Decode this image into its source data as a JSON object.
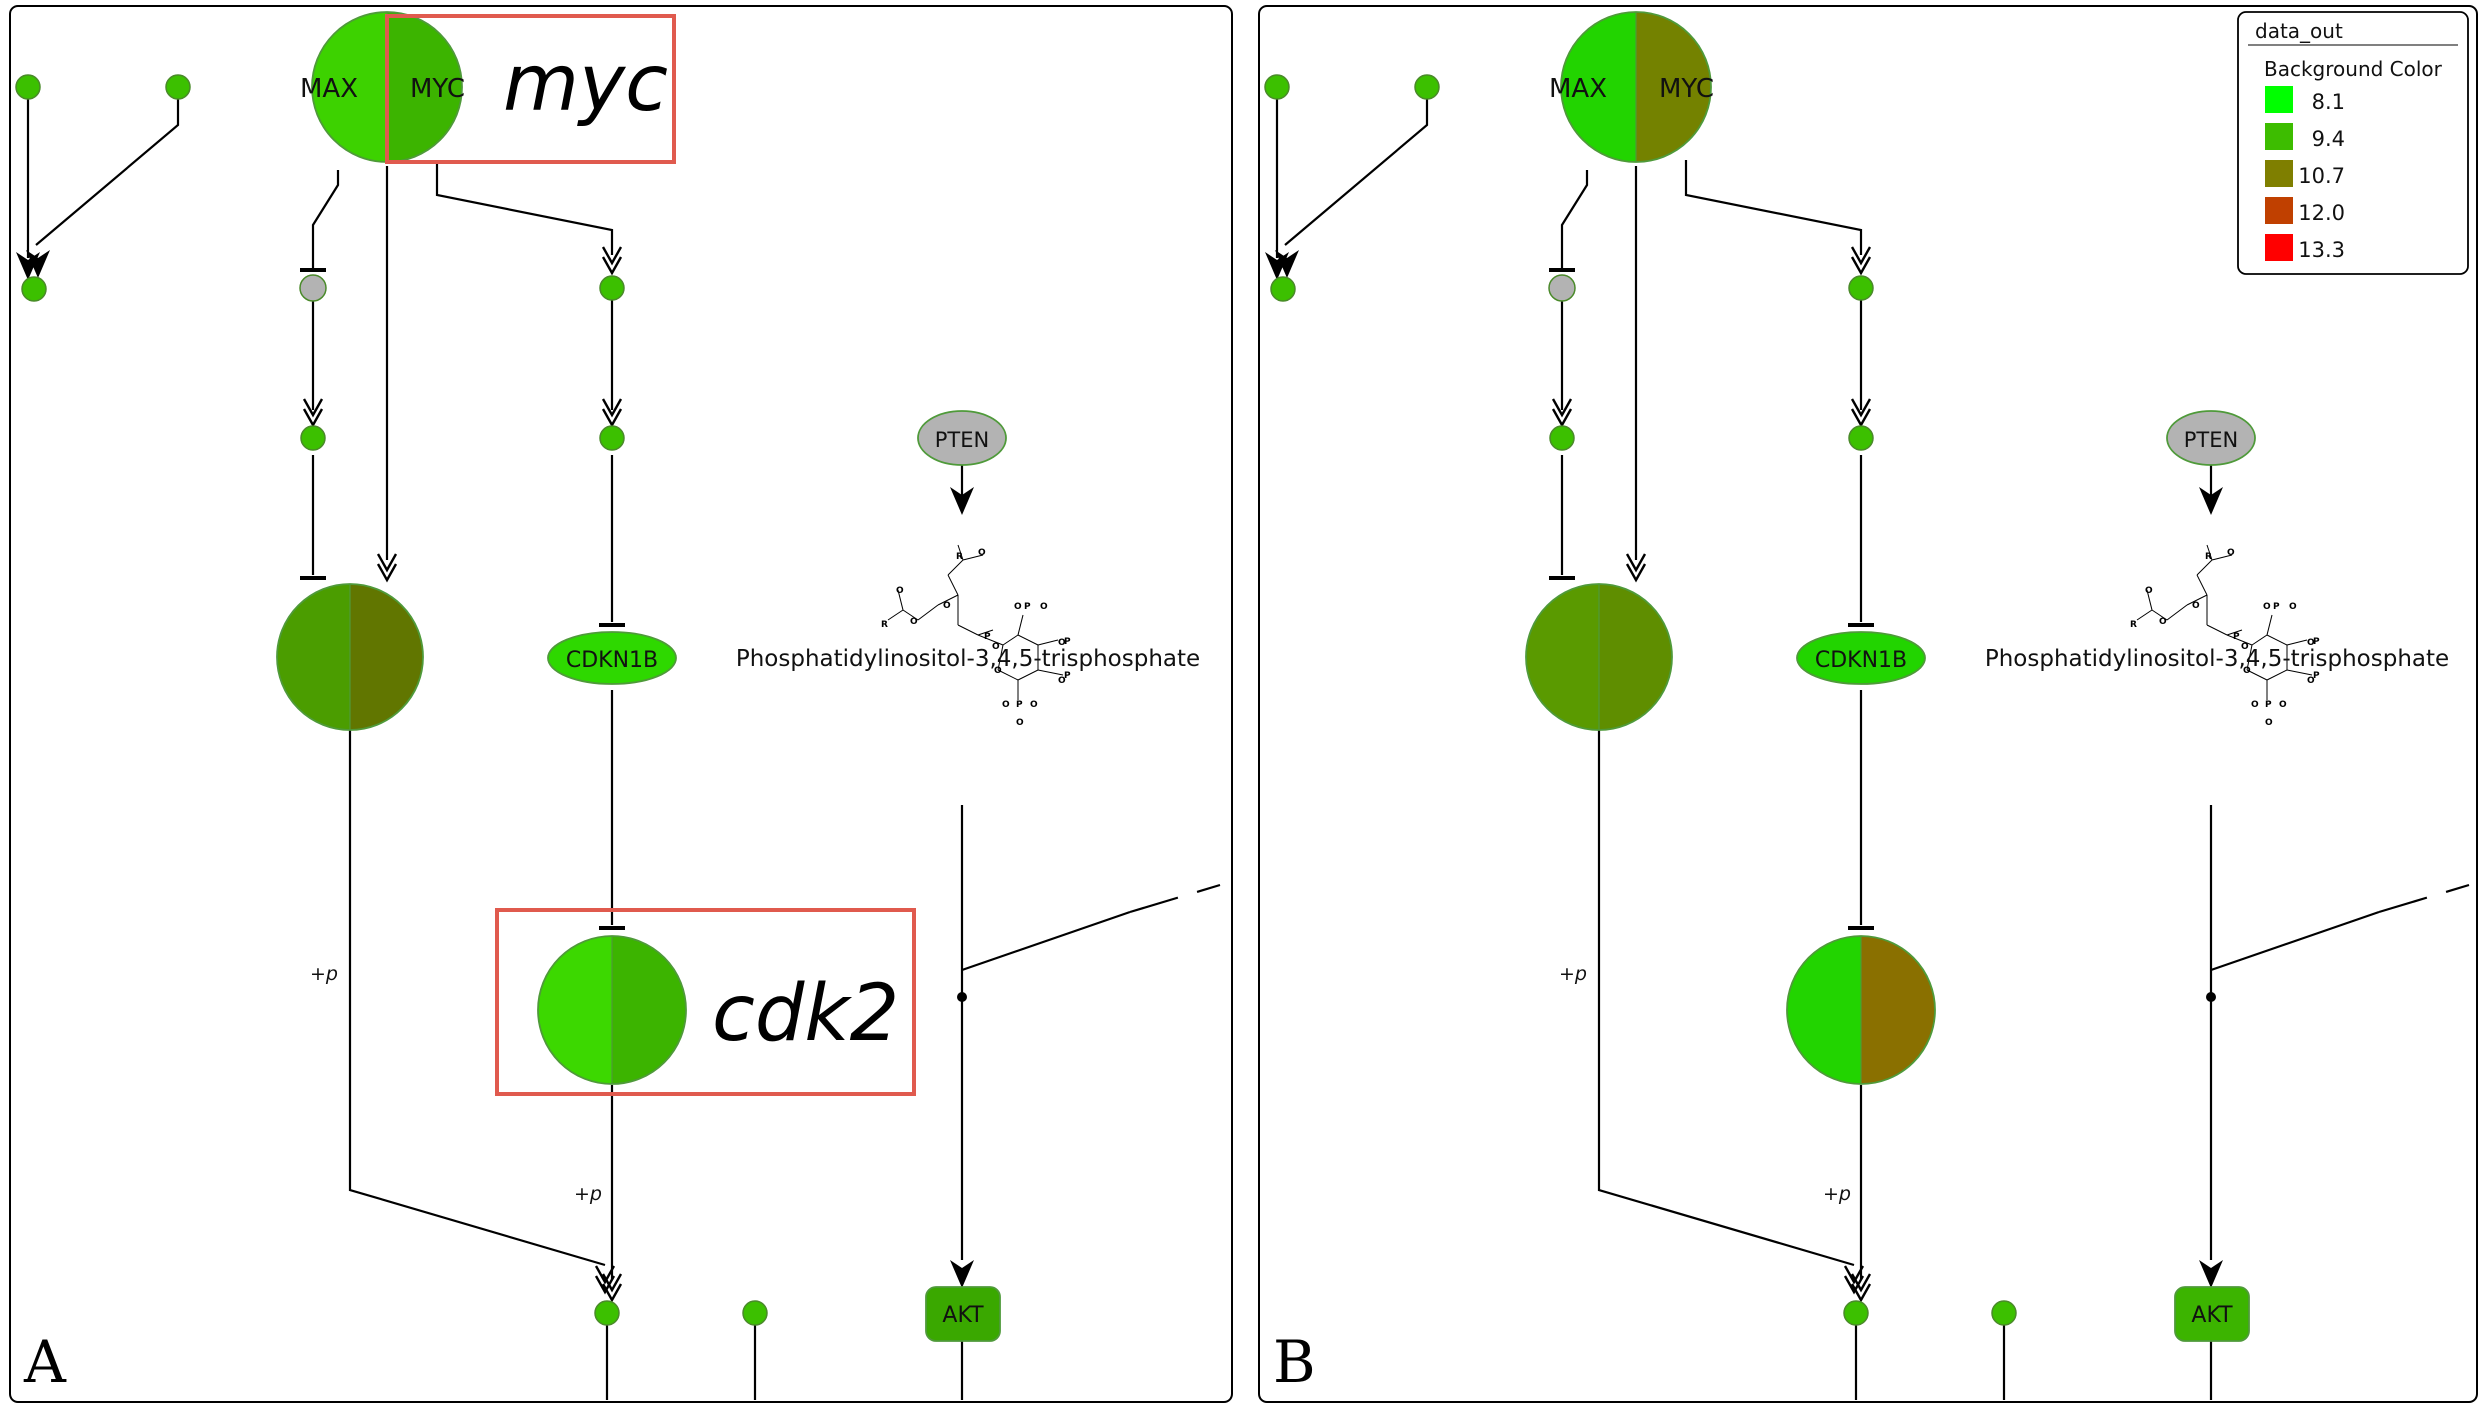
{
  "panels": [
    {
      "letter": "A",
      "complex_top": {
        "left_label": "MAX",
        "right_label": "MYC",
        "left_color": "#3dd200",
        "right_color": "#3cb400"
      },
      "complex_mid": {
        "left_color": "#4b9d00",
        "right_color": "#617600"
      },
      "complex_bottom": {
        "left_color": "#3cd800",
        "right_color": "#3cb400"
      },
      "cdkn1b": {
        "label": "CDKN1B",
        "color": "#2ed800"
      },
      "pten": {
        "label": "PTEN",
        "color": "#b3b3b3"
      },
      "akt": {
        "label": "AKT",
        "color": "#3aa800"
      },
      "compound_label": "Phosphatidylinositol-3,4,5-trisphosphate",
      "phospho_labels": [
        "+p",
        "+p"
      ],
      "highlights": [
        {
          "label": "myc"
        },
        {
          "label": "cdk2"
        }
      ]
    },
    {
      "letter": "B",
      "complex_top": {
        "left_label": "MAX",
        "right_label": "MYC",
        "left_color": "#22d400",
        "right_color": "#748200"
      },
      "complex_mid": {
        "left_color": "#5a9a00",
        "right_color": "#5f8e00"
      },
      "complex_bottom": {
        "left_color": "#22d400",
        "right_color": "#8a7000"
      },
      "cdkn1b": {
        "label": "CDKN1B",
        "color": "#22d400"
      },
      "pten": {
        "label": "PTEN",
        "color": "#b3b3b3"
      },
      "akt": {
        "label": "AKT",
        "color": "#3cb400"
      },
      "compound_label": "Phosphatidylinositol-3,4,5-trisphosphate",
      "phospho_labels": [
        "+p",
        "+p"
      ]
    }
  ],
  "legend": {
    "title": "data_out",
    "subtitle": "Background Color",
    "items": [
      {
        "value": "8.1",
        "color": "#00ff00"
      },
      {
        "value": "9.4",
        "color": "#3dbd00"
      },
      {
        "value": "10.7",
        "color": "#7f7f00"
      },
      {
        "value": "12.0",
        "color": "#c04000"
      },
      {
        "value": "13.3",
        "color": "#ff0000"
      }
    ]
  },
  "small_node_color": "#3cc000",
  "grey_node_color": "#b3b3b3",
  "chem_atoms": {
    "o": "O",
    "p": "P",
    "r": "R"
  }
}
